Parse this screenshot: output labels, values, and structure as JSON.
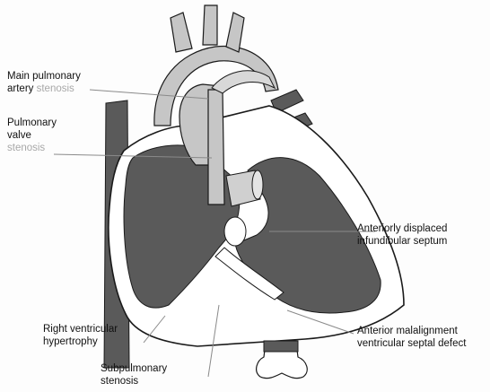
{
  "labels": {
    "main_pulmonary_line1": "Main pulmonary",
    "main_pulmonary_line2a": "artery",
    "main_pulmonary_line2b": "stenosis",
    "pulmonary_valve_line1": "Pulmonary",
    "pulmonary_valve_line2": "valve",
    "pulmonary_valve_line3": "stenosis",
    "septum_line1": "Anteriorly displaced",
    "septum_line2": "infundibular septum",
    "rv_line1": "Right ventricular",
    "rv_line2": "hypertrophy",
    "vsd_line1": "Anterior malalignment",
    "vsd_line2": "ventricular septal defect",
    "subpulm_line1": "Subpulmonary",
    "subpulm_line2": "stenosis"
  },
  "colors": {
    "chamber": "#5a5a5a",
    "wall": "#ffffff",
    "vessel": "#c6c6c6",
    "outline": "#1a1a1a",
    "pointer": "#8a8a8a"
  }
}
